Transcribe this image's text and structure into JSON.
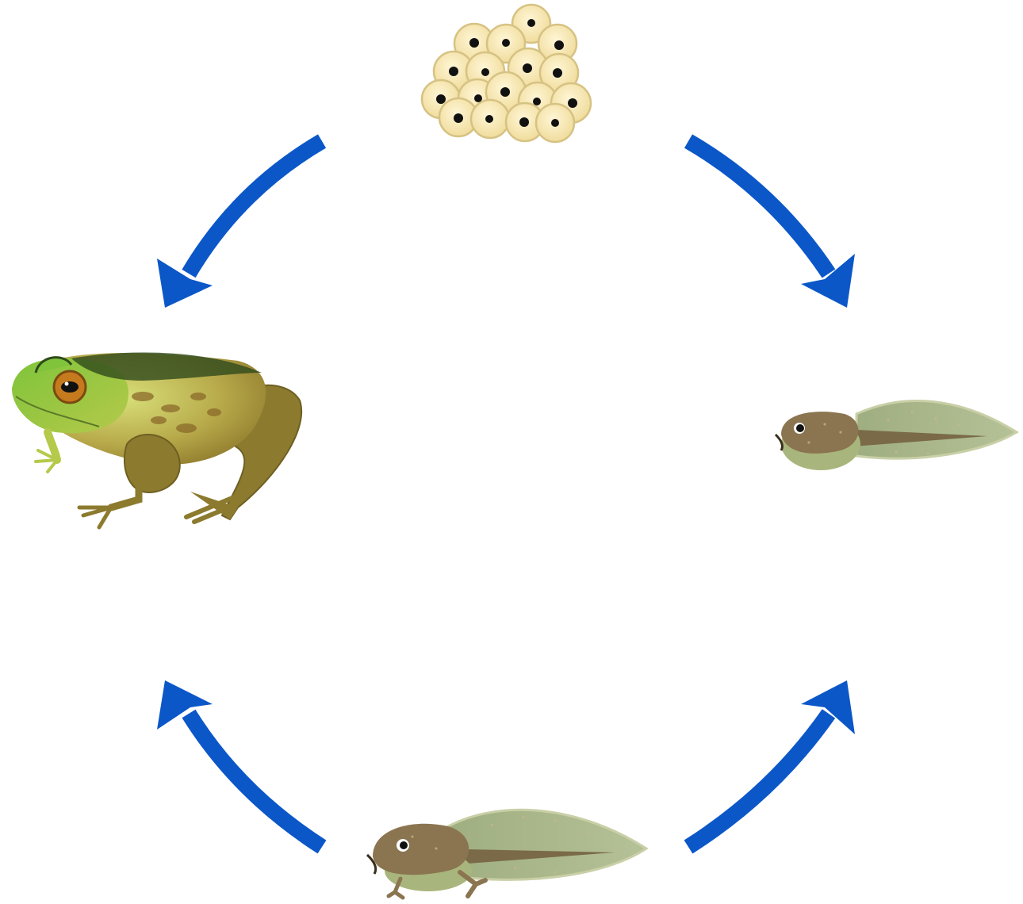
{
  "diagram": {
    "type": "life-cycle",
    "stages": [
      {
        "id": "eggs",
        "kind": "frog-spawn-icon"
      },
      {
        "id": "tadpole",
        "kind": "tadpole-icon"
      },
      {
        "id": "tadpole-with-legs",
        "kind": "tadpole-with-legs-icon"
      },
      {
        "id": "adult-frog",
        "kind": "frog-icon"
      }
    ],
    "cycle_order": [
      "eggs",
      "tadpole",
      "tadpole-with-legs",
      "adult-frog"
    ],
    "colors": {
      "arrow": "#0b57c8",
      "egg_fill": "#f6e7b0",
      "egg_edge": "#d8c487",
      "egg_nucleus": "#111111",
      "tadpole_body": "#8a7550",
      "tadpole_tail": "#a8b58a",
      "frog_green": "#7fbf3a",
      "frog_brown": "#8b7a2e",
      "frog_spots": "#2e3a1c"
    }
  }
}
